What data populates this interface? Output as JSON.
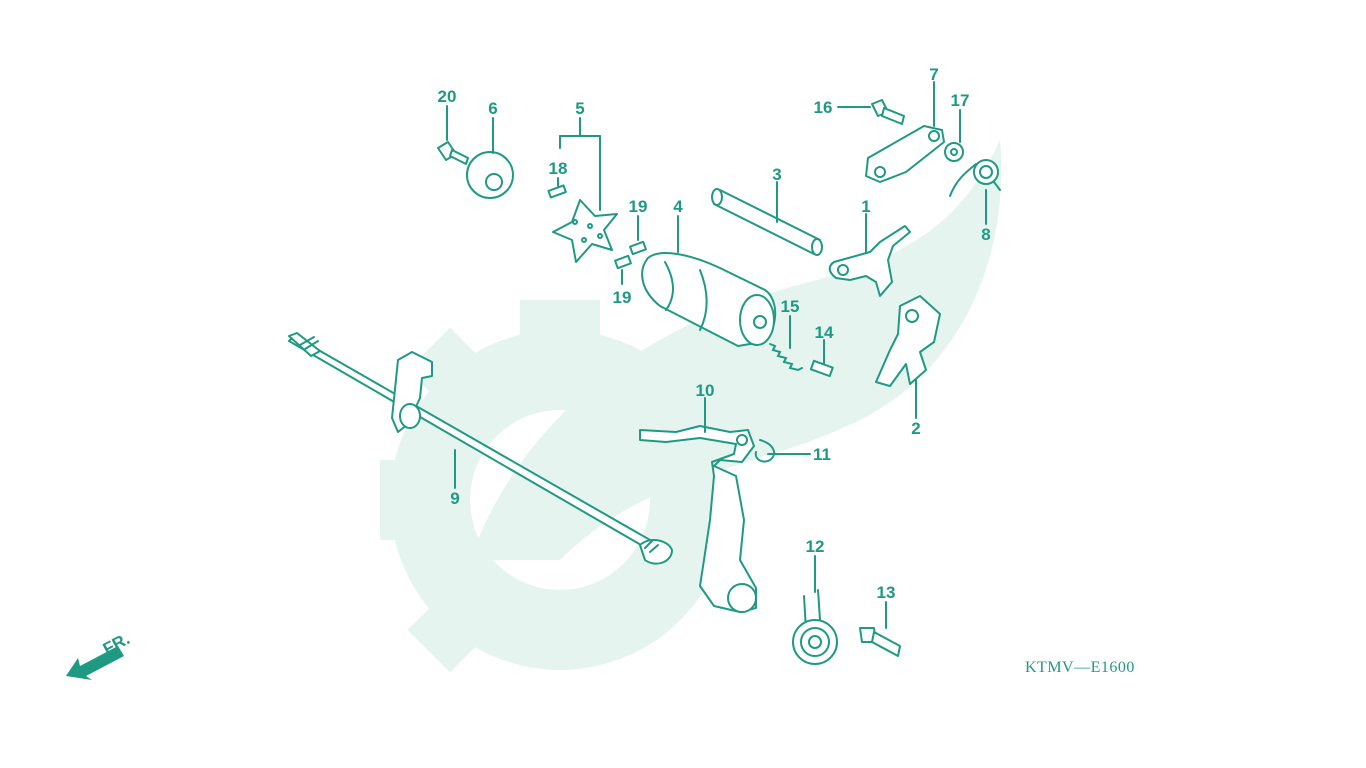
{
  "colors": {
    "ink": "#1f9a82",
    "watermark": "#e6f4f0",
    "background": "#ffffff"
  },
  "diagram_code": "KTMV—E1600",
  "direction": {
    "label": "FR.",
    "icon": "front-arrow-icon"
  },
  "callouts": [
    {
      "id": "c1",
      "label": "1"
    },
    {
      "id": "c2",
      "label": "2"
    },
    {
      "id": "c3",
      "label": "3"
    },
    {
      "id": "c4",
      "label": "4"
    },
    {
      "id": "c5",
      "label": "5"
    },
    {
      "id": "c6",
      "label": "6"
    },
    {
      "id": "c7",
      "label": "7"
    },
    {
      "id": "c8",
      "label": "8"
    },
    {
      "id": "c9",
      "label": "9"
    },
    {
      "id": "c10",
      "label": "10"
    },
    {
      "id": "c11",
      "label": "11"
    },
    {
      "id": "c12",
      "label": "12"
    },
    {
      "id": "c13",
      "label": "13"
    },
    {
      "id": "c14",
      "label": "14"
    },
    {
      "id": "c15",
      "label": "15"
    },
    {
      "id": "c16",
      "label": "16"
    },
    {
      "id": "c17",
      "label": "17"
    },
    {
      "id": "c18",
      "label": "18"
    },
    {
      "id": "c19a",
      "label": "19"
    },
    {
      "id": "c19b",
      "label": "19"
    },
    {
      "id": "c20",
      "label": "20"
    }
  ]
}
